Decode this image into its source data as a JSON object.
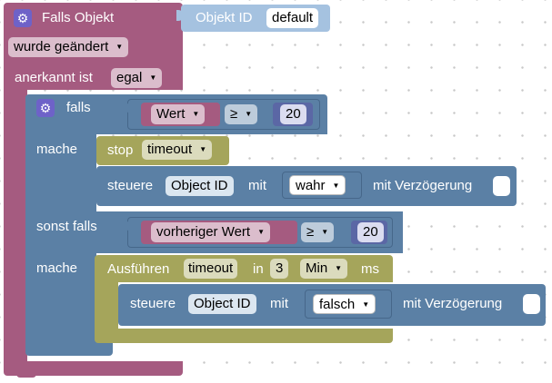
{
  "trigger": {
    "title": "Falls Objekt",
    "object_id_label": "Objekt ID",
    "object_id_value": "default",
    "condition_dropdown": "wurde geändert",
    "acknowledged_label": "anerkannt ist",
    "acknowledged_value": "egal"
  },
  "if_block": {
    "if_label": "falls",
    "do_label": "mache",
    "elseif_label": "sonst falls",
    "do2_label": "mache"
  },
  "condition1": {
    "left": "Wert",
    "operator": "≥",
    "number": "20"
  },
  "stop_block": {
    "label": "stop",
    "value": "timeout"
  },
  "control1": {
    "label": "steuere",
    "object_id": "Object ID",
    "with_label": "mit",
    "value": "wahr",
    "delay_label": "mit Verzögerung"
  },
  "condition2": {
    "left": "vorheriger Wert",
    "operator": "≥",
    "number": "20"
  },
  "timeout_block": {
    "label": "Ausführen",
    "name": "timeout",
    "in_label": "in",
    "amount": "3",
    "unit": "Min",
    "ms_label": "ms"
  },
  "control2": {
    "label": "steuere",
    "object_id": "Object ID",
    "with_label": "mit",
    "value": "falsch",
    "delay_label": "mit Verzögerung"
  },
  "colors": {
    "trigger": "#a55b80",
    "logic": "#5b80a5",
    "timeout": "#a5a55b",
    "object_id_block": "#a5c2e0",
    "gear": "#6e62c8"
  },
  "icons": {
    "gear": "gear-icon",
    "dropdown": "dropdown-arrow-icon"
  }
}
